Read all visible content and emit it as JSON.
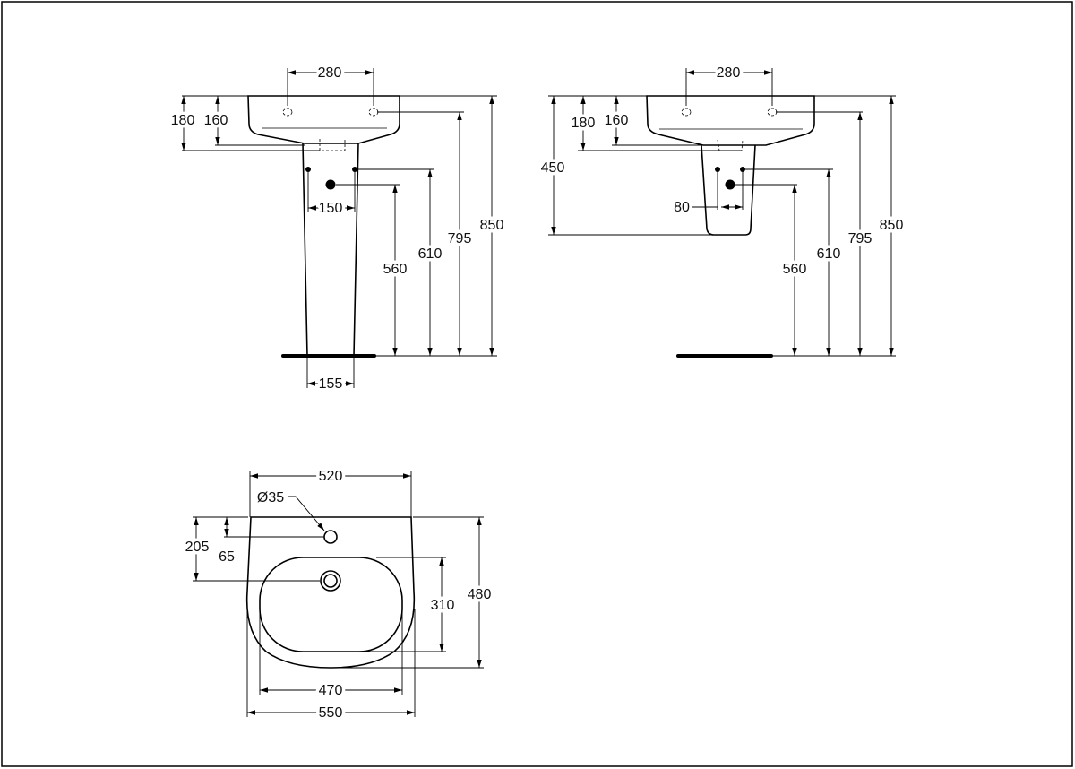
{
  "drawing": {
    "pedestal_view": {
      "tap_hole_spacing": "280",
      "overall_height_inner": "180",
      "overall_height_basin": "160",
      "supply_spacing": "150",
      "waste_height": "560",
      "supply_height": "610",
      "tap_height": "795",
      "rim_height": "850",
      "pedestal_base_width": "155"
    },
    "wall_hung_view": {
      "tap_hole_spacing": "280",
      "semi_pedestal_height": "450",
      "overall_height_inner": "180",
      "overall_height_basin": "160",
      "supply_spacing": "80",
      "waste_height": "560",
      "supply_height": "610",
      "tap_height": "795",
      "rim_height": "850"
    },
    "plan_view": {
      "top_width": "520",
      "tap_hole_diameter": "Ø35",
      "drain_offset": "205",
      "tap_offset": "65",
      "bowl_depth": "310",
      "overall_depth": "480",
      "bowl_width": "470",
      "overall_width": "550"
    }
  }
}
